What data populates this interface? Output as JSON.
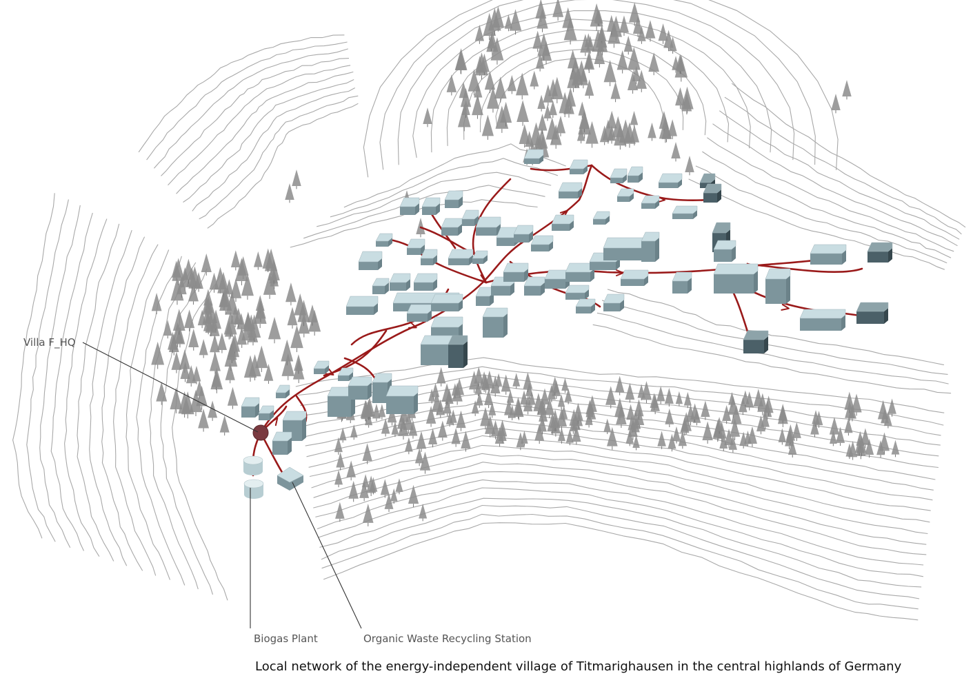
{
  "labels": {
    "villa": "Villa F_HQ",
    "biogas": "Biogas Plant",
    "waste": "Organic Waste Recycling Station"
  },
  "caption": "Local network of the energy-independent village of Titmarighausen in the central highlands of Germany",
  "colors": {
    "network": "#9a1a1a",
    "contour": "#a8a8a8",
    "building_top": "#c9dde2",
    "building_side": "#7d959c",
    "building_dark": "#4b6068",
    "tree": "#8c8c8c",
    "villa": "#7a3a40",
    "leader_line": "#333333"
  }
}
